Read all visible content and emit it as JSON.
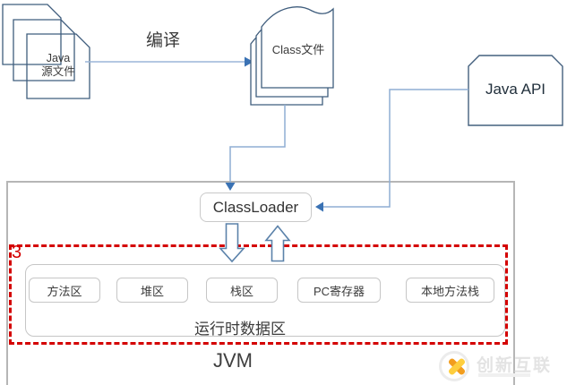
{
  "diagram": {
    "java_source_stack": {
      "line1": "Java",
      "line2": "源文件"
    },
    "compile_label": "编译",
    "class_file_label": "Class文件",
    "java_api_label": "Java API",
    "classloader_label": "ClassLoader",
    "step_badge": "3",
    "runtime_boxes": [
      "方法区",
      "堆区",
      "栈区",
      "PC寄存器",
      "本地方法栈"
    ],
    "runtime_area_label": "运行时数据区",
    "jvm_label": "JVM"
  },
  "watermark": {
    "brand_text": "创新互联"
  },
  "colors": {
    "shape_outline_navy": "#3f5d7d",
    "connector_blue": "#8fadd3",
    "arrowhead_blue": "#3a72b4",
    "block_arrow_outline": "#5b82aa",
    "box_border_gray": "#c6c6c6",
    "jvm_border_gray": "#b6b6b6",
    "dashed_red": "#d40000",
    "text_dark": "#3b3b3b",
    "watermark_orange": "#f29d1e",
    "watermark_yellow": "#fece3e"
  }
}
